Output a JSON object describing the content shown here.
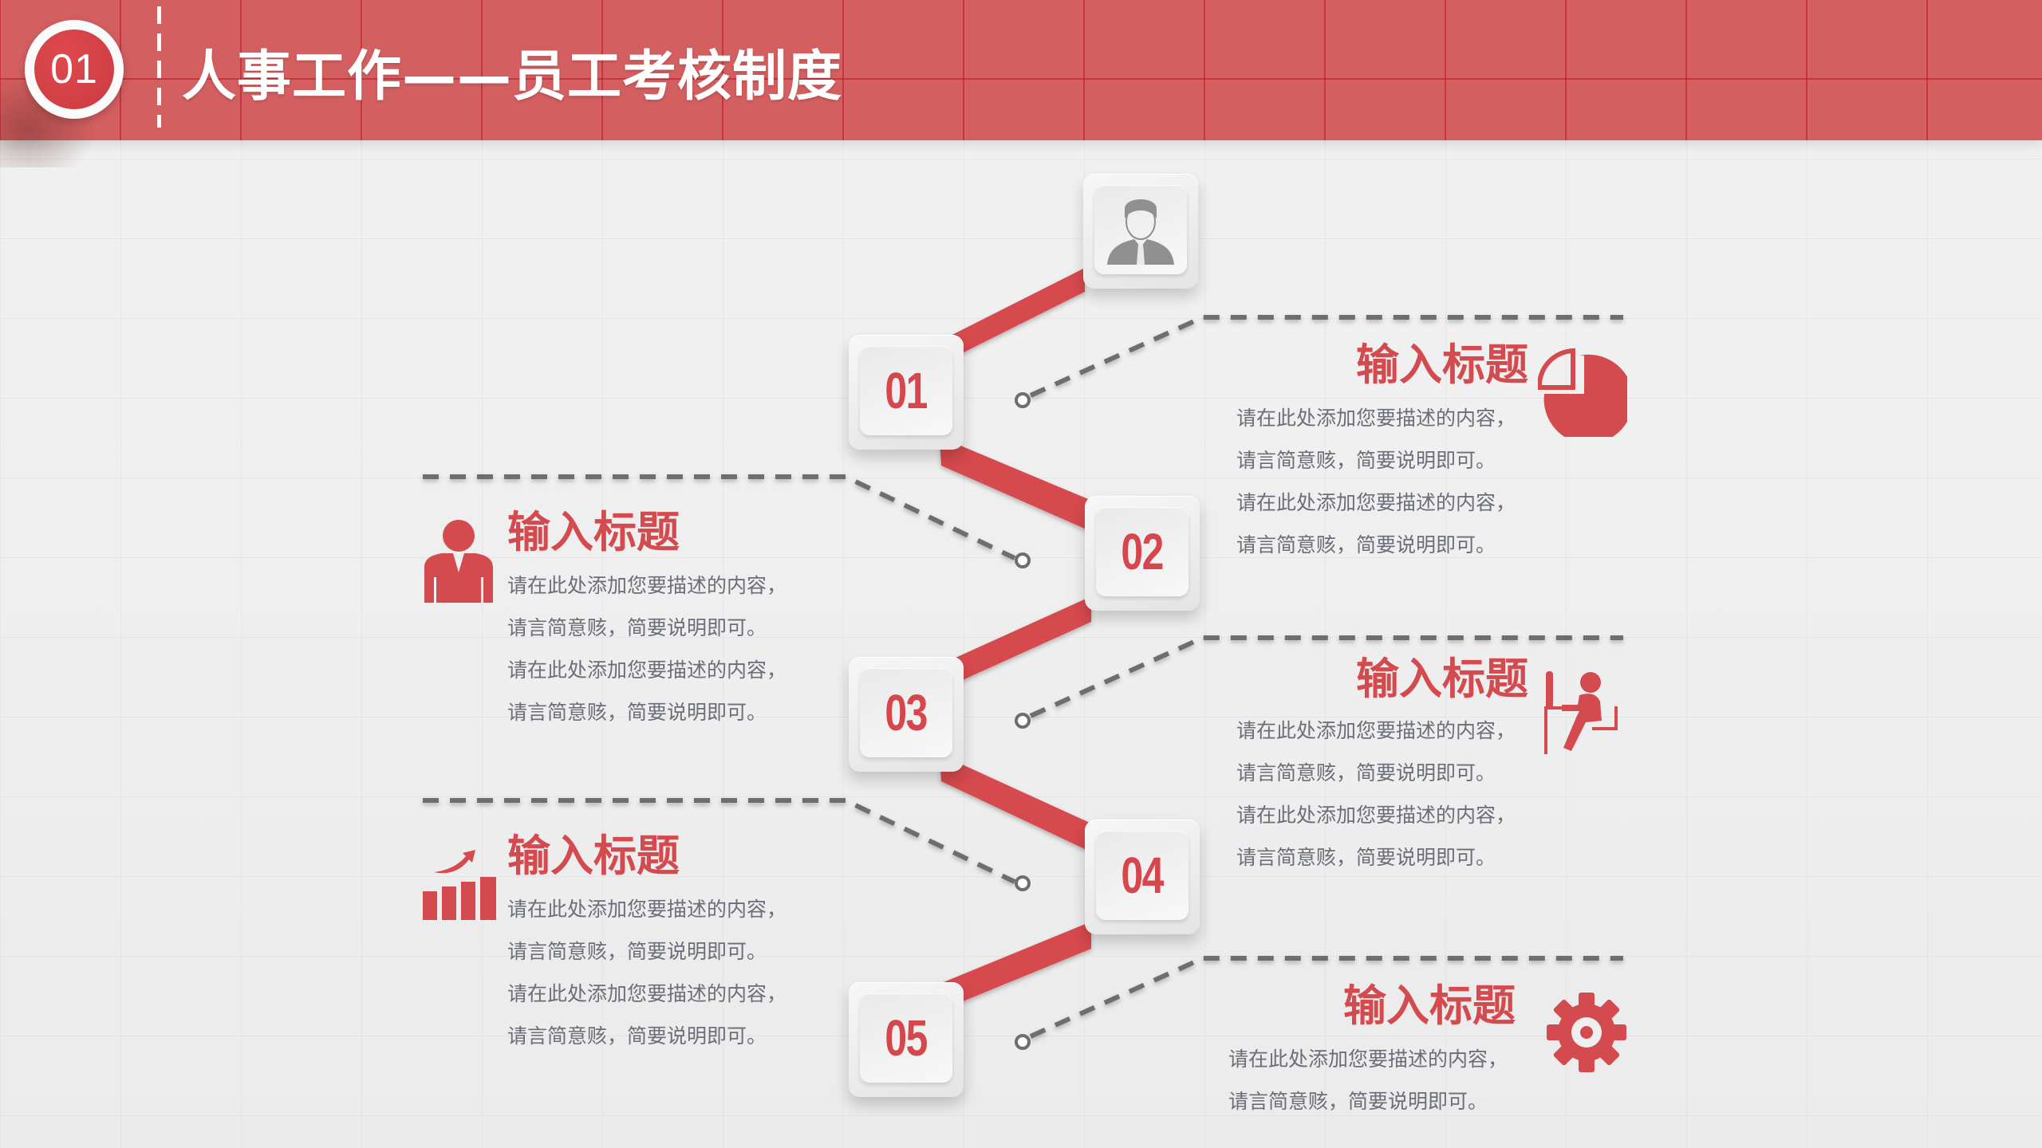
{
  "header": {
    "badge_number": "01",
    "title": "人事工作——员工考核制度",
    "accent_color": "#d35f60"
  },
  "timeline": {
    "top_icon": "avatar-icon",
    "steps": [
      {
        "number": "01"
      },
      {
        "number": "02"
      },
      {
        "number": "03"
      },
      {
        "number": "04"
      },
      {
        "number": "05"
      }
    ],
    "connector_color": "#d64a4d"
  },
  "blocks": [
    {
      "side": "right",
      "icon": "pie-chart-icon",
      "title": "输入标题",
      "lines": [
        "请在此处添加您要描述的内容，",
        "请言简意赅，简要说明即可。",
        "请在此处添加您要描述的内容，",
        "请言简意赅，简要说明即可。"
      ]
    },
    {
      "side": "left",
      "icon": "businessman-icon",
      "title": "输入标题",
      "lines": [
        "请在此处添加您要描述的内容，",
        "请言简意赅，简要说明即可。",
        "请在此处添加您要描述的内容，",
        "请言简意赅，简要说明即可。"
      ]
    },
    {
      "side": "right",
      "icon": "desk-worker-icon",
      "title": "输入标题",
      "lines": [
        "请在此处添加您要描述的内容，",
        "请言简意赅，简要说明即可。",
        "请在此处添加您要描述的内容，",
        "请言简意赅，简要说明即可。"
      ]
    },
    {
      "side": "left",
      "icon": "growth-chart-icon",
      "title": "输入标题",
      "lines": [
        "请在此处添加您要描述的内容，",
        "请言简意赅，简要说明即可。",
        "请在此处添加您要描述的内容，",
        "请言简意赅，简要说明即可。"
      ]
    },
    {
      "side": "right",
      "icon": "gear-icon",
      "title": "输入标题",
      "lines": [
        "请在此处添加您要描述的内容，",
        "请言简意赅，简要说明即可。"
      ]
    }
  ],
  "colors": {
    "title_red": "#d34a4f",
    "body_gray": "#6b6e78",
    "dash_gray": "#6e6e6e"
  }
}
